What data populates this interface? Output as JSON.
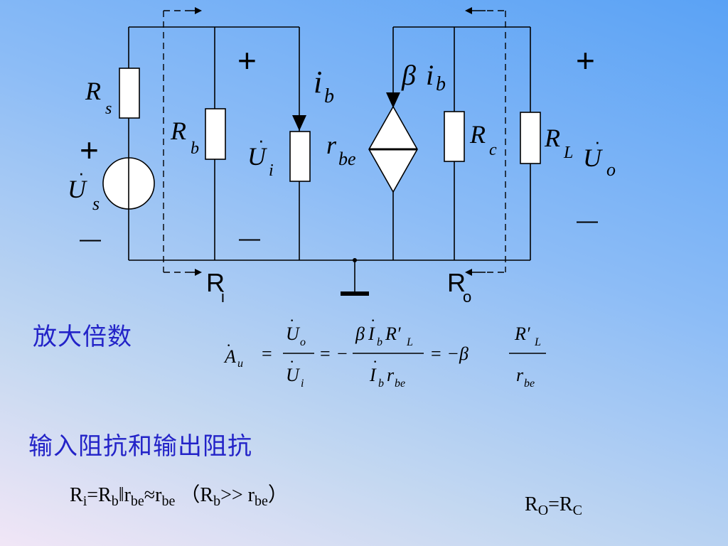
{
  "circuit": {
    "Rs": {
      "main": "R",
      "sub": "s"
    },
    "Rb": {
      "main": "R",
      "sub": "b"
    },
    "Ui": {
      "main": "U",
      "sub": "i"
    },
    "rbe": {
      "main": "r",
      "sub": "be"
    },
    "ib": {
      "main": "i",
      "sub": "b"
    },
    "beta_ib": {
      "beta": "β",
      "main": "i",
      "sub": "b"
    },
    "Rc": {
      "main": "R",
      "sub": "c"
    },
    "RL": {
      "main": "R",
      "sub": "L"
    },
    "Uo": {
      "main": "U",
      "sub": "o"
    },
    "Us": {
      "main": "U",
      "sub": "s"
    },
    "plus": "+",
    "minus": "—",
    "Ri_marker": {
      "main": "R",
      "sub": "i"
    },
    "Ro_marker": {
      "main": "R",
      "sub": "o"
    }
  },
  "gain": {
    "heading": "放大倍数",
    "lhs": {
      "main": "A",
      "sub": "u"
    },
    "eq": "=",
    "minus": "−",
    "frac1": {
      "num_main": "U",
      "num_sub": "o",
      "den_main": "U",
      "den_sub": "i"
    },
    "frac2": {
      "beta": "β",
      "I": "I",
      "I_sub": "b",
      "R": "R′",
      "R_sub": "L",
      "den_I": "I",
      "den_I_sub": "b",
      "den_r": "r",
      "den_r_sub": "be"
    },
    "frac3": {
      "beta": "β",
      "num_main": "R′",
      "num_sub": "L",
      "den_main": "r",
      "den_sub": "be"
    }
  },
  "impedance": {
    "heading": "输入阻抗和输出阻抗",
    "ri_parts": [
      "R",
      "i",
      "=R",
      "b",
      "‖r",
      "be",
      "≈r",
      "be",
      " （R",
      "b",
      ">> r",
      "be",
      "）"
    ],
    "ro_parts": [
      "R",
      "O",
      "=R",
      "C"
    ]
  }
}
